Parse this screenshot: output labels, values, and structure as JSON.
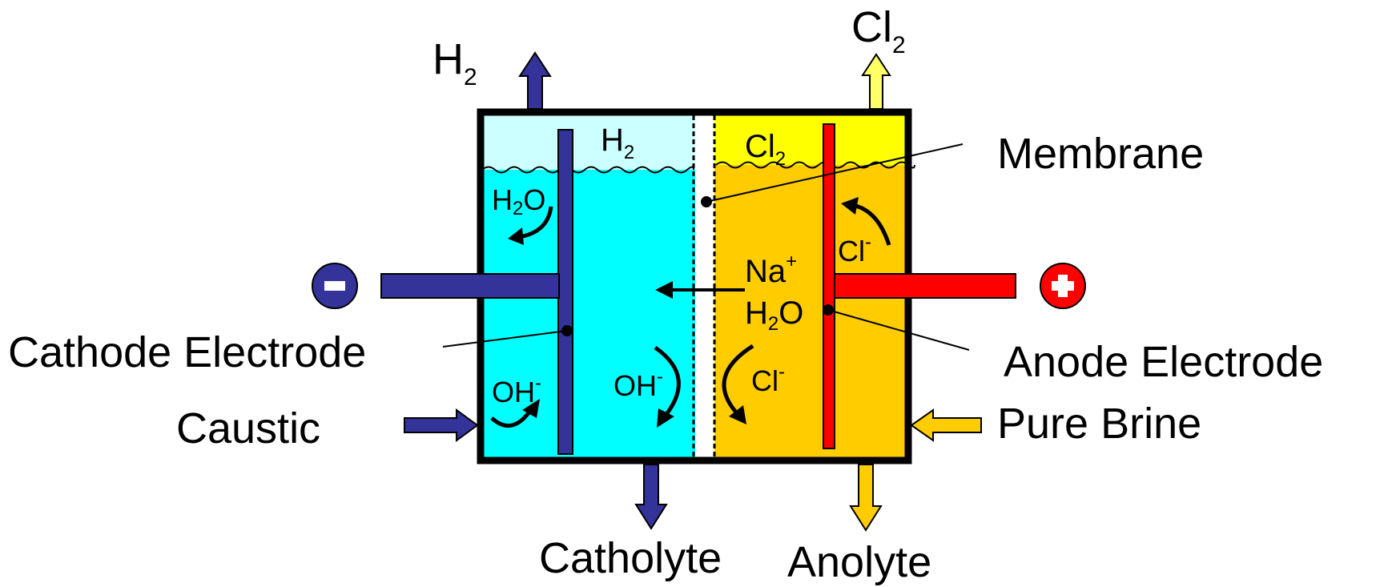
{
  "labels": {
    "h2_out": {
      "main": "H",
      "sub": "2"
    },
    "cl2_out": {
      "main": "Cl",
      "sub": "2"
    },
    "h2_gas": {
      "main": "H",
      "sub": "2"
    },
    "cl2_gas": {
      "main": "Cl",
      "sub": "2"
    },
    "membrane": "Membrane",
    "cathode_electrode": "Cathode Electrode",
    "anode_electrode": "Anode Electrode",
    "caustic": "Caustic",
    "pure_brine": "Pure Brine",
    "catholyte": "Catholyte",
    "anolyte": "Anolyte",
    "h2o_cathode": {
      "a": "H",
      "sub": "2",
      "b": "O"
    },
    "oh_left": {
      "main": "OH",
      "sup": "-"
    },
    "oh_mid": {
      "main": "OH",
      "sup": "-"
    },
    "na_plus": {
      "main": "Na",
      "sup": "+"
    },
    "h2o_anode": {
      "a": "H",
      "sub": "2",
      "b": "O"
    },
    "cl_mid": {
      "main": "Cl",
      "sup": "-"
    },
    "cl_right": {
      "main": "Cl",
      "sup": "-"
    }
  },
  "terminals": {
    "negative_icon": "minus-icon",
    "positive_icon": "plus-icon"
  },
  "colors": {
    "cathode_blue": "#333399",
    "anode_red": "#ff0000",
    "catholyte_cyan": "#00ffff",
    "h2_gas_light": "#ccffff",
    "anolyte_orange": "#ffcc00",
    "cl2_gas_yellow": "#ffff00",
    "outline_black": "#000000",
    "arrow_yellow": "#ffcc00",
    "outlet_yellow": "#ffff66"
  }
}
